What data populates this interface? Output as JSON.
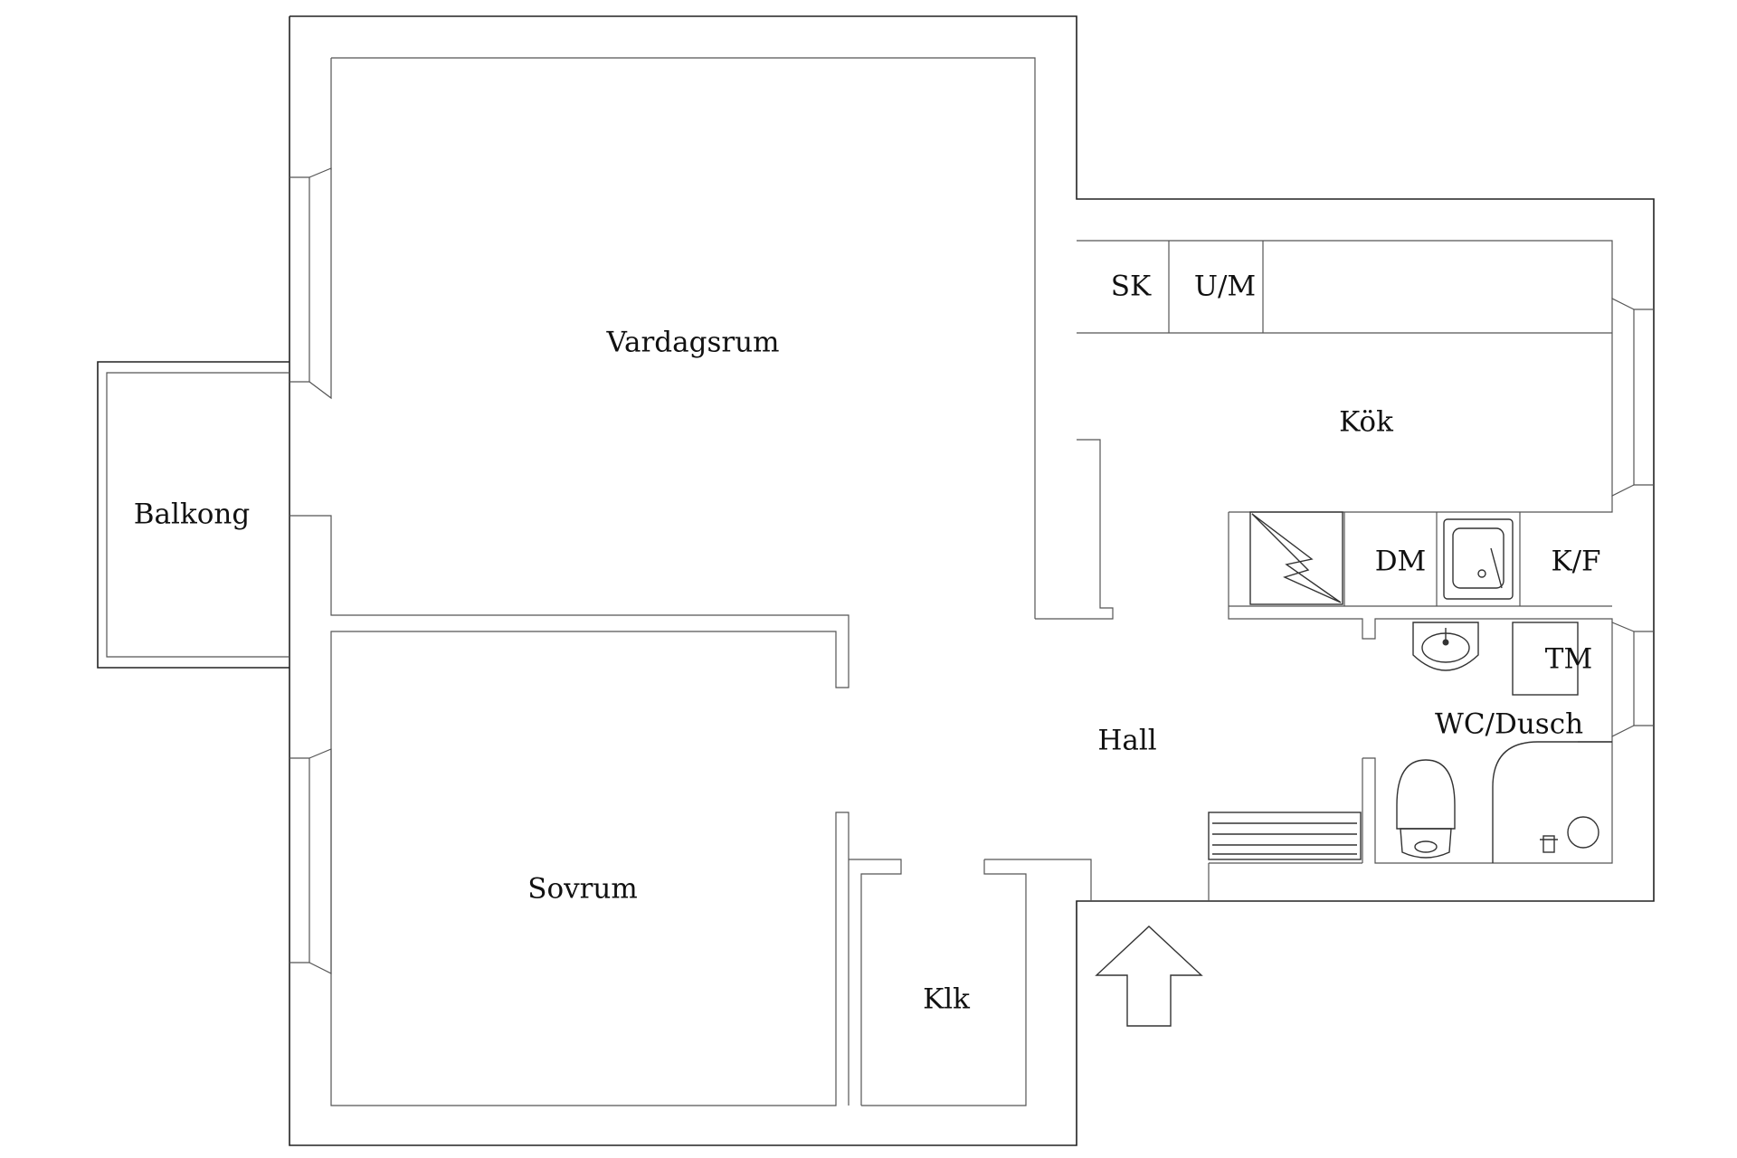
{
  "rooms": {
    "living": "Vardagsrum",
    "balcony": "Balkong",
    "bedroom": "Sovrum",
    "closet": "Klk",
    "hall": "Hall",
    "kitchen": "Kök",
    "bathroom": "WC/Dusch"
  },
  "fixtures": {
    "sk": "SK",
    "um": "U/M",
    "dm": "DM",
    "kf": "K/F",
    "tm": "TM"
  },
  "colors": {
    "line": "#222222",
    "background": "#ffffff"
  },
  "icons": [
    "entrance-arrow-icon",
    "stove-icon",
    "sink-icon",
    "washbasin-icon",
    "toilet-icon",
    "shower-icon",
    "radiator-icon",
    "window-icon"
  ]
}
